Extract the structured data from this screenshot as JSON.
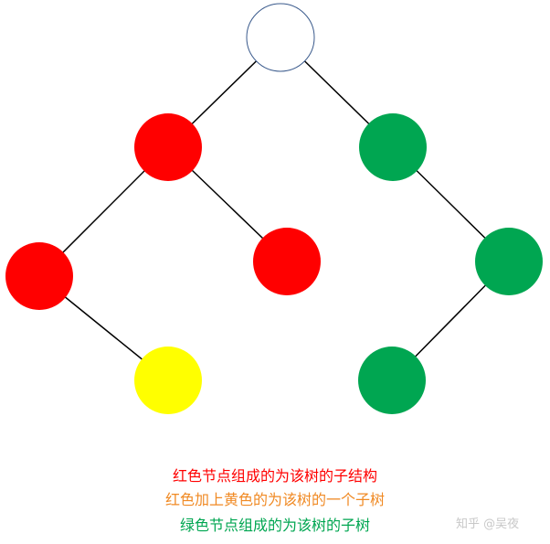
{
  "colors": {
    "red": "#ff0000",
    "green": "#00a651",
    "yellow": "#ffff00",
    "white": "#ffffff",
    "edge": "#000000",
    "caption_red": "#ff0000",
    "caption_orange": "#f08a24",
    "caption_green": "#00a651",
    "watermark": "#c8c8c8"
  },
  "tree": {
    "nodes": [
      {
        "id": "root",
        "color": "white",
        "parent": null
      },
      {
        "id": "l",
        "color": "red",
        "parent": "root"
      },
      {
        "id": "r",
        "color": "green",
        "parent": "root"
      },
      {
        "id": "ll",
        "color": "red",
        "parent": "l"
      },
      {
        "id": "lr",
        "color": "red",
        "parent": "l"
      },
      {
        "id": "rr",
        "color": "green",
        "parent": "r"
      },
      {
        "id": "llr",
        "color": "yellow",
        "parent": "ll"
      },
      {
        "id": "rrl",
        "color": "green",
        "parent": "rr"
      }
    ]
  },
  "captions": {
    "line1": "红色节点组成的为该树的子结构",
    "line2": "红色加上黄色的为该树的一个子树",
    "line3": "绿色节点组成的为该树的子树"
  },
  "watermark": "知乎 @吴夜"
}
